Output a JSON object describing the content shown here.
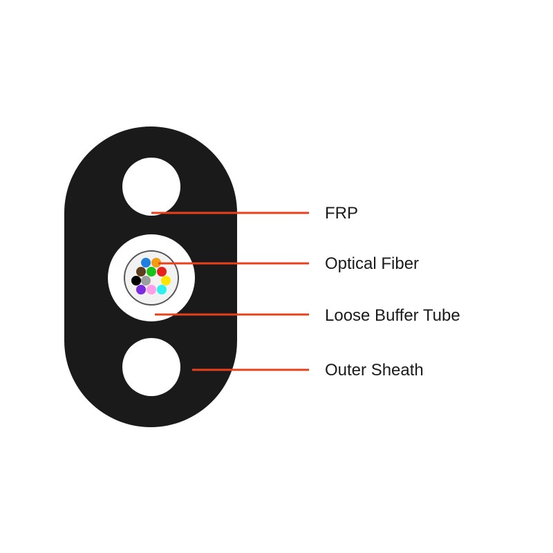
{
  "labels": {
    "frp": "FRP",
    "optical_fiber": "Optical Fiber",
    "loose_buffer_tube": "Loose Buffer Tube",
    "outer_sheath": "Outer Sheath"
  },
  "colors": {
    "sheath": "#1a1a1a",
    "leader": "#e8401c",
    "tube_outline": "#555555",
    "tube_fill": "#f2f2f2"
  },
  "fiber_colors": [
    "#1f7fe0",
    "#f39c12",
    "#5c3d1e",
    "#19c419",
    "#e8201c",
    "#000000",
    "#9e9e9e",
    "#ffe600",
    "#7a2be0",
    "#ff9ee8",
    "#2ff0f0"
  ]
}
